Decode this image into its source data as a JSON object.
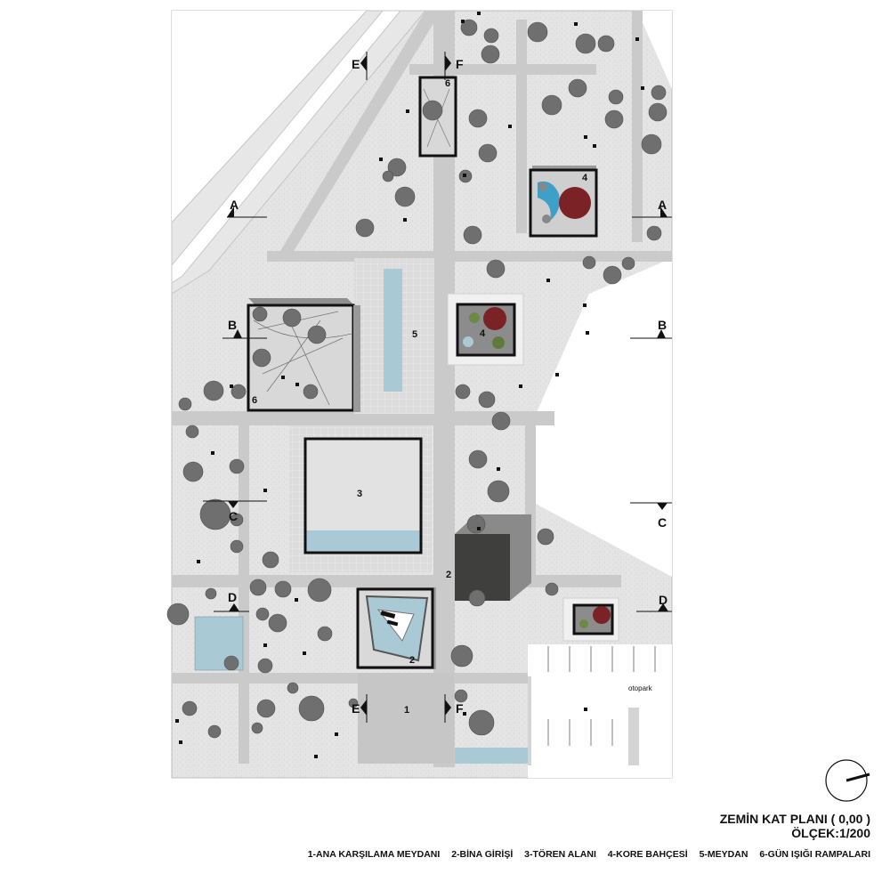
{
  "title": "ZEMİN KAT PLANI ( 0,00 )",
  "scale": "ÖLÇEK:1/200",
  "legend": [
    "1-ANA KARŞILAMA MEYDANI",
    "2-BİNA GİRİŞİ",
    "3-TÖREN ALANI",
    "4-KORE BAHÇESİ",
    "5-MEYDAN",
    "6-GÜN IŞIĞI RAMPALARI"
  ],
  "zones": {
    "z1": "1",
    "z2a": "2",
    "z2b": "2",
    "z3": "3",
    "z4a": "4",
    "z4b": "4",
    "z5": "5",
    "z6a": "6",
    "z6b": "6"
  },
  "parking_label": "otopark",
  "section_marks": {
    "a": "A",
    "b": "B",
    "c": "C",
    "d": "D",
    "e": "E",
    "f": "F"
  },
  "colors": {
    "ground": "#e3e3e3",
    "path": "#c9c9c9",
    "water": "#a9c9d5",
    "building": "#3f403d",
    "tree": "#6f6f6f",
    "garden_red": "#7b2226",
    "garden_blue": "#3e9fc8"
  }
}
